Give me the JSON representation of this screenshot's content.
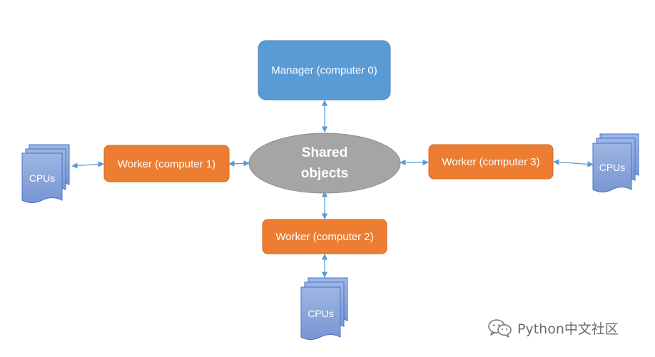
{
  "colors": {
    "manager_fill": "#5b9bd5",
    "worker_fill": "#ed7d31",
    "shared_fill": "#a5a5a5",
    "cpu_fill": "#8faadc",
    "arrow": "#5b9bd5"
  },
  "manager": {
    "label": "Manager (computer 0)"
  },
  "shared": {
    "line1": "Shared",
    "line2": "objects"
  },
  "workers": [
    {
      "label": "Worker (computer 1)"
    },
    {
      "label": "Worker (computer 2)"
    },
    {
      "label": "Worker (computer 3)"
    }
  ],
  "cpus": [
    {
      "label": "CPUs"
    },
    {
      "label": "CPUs"
    },
    {
      "label": "CPUs"
    }
  ],
  "watermark": {
    "text": "Python中文社区",
    "icon": "wechat-icon"
  }
}
